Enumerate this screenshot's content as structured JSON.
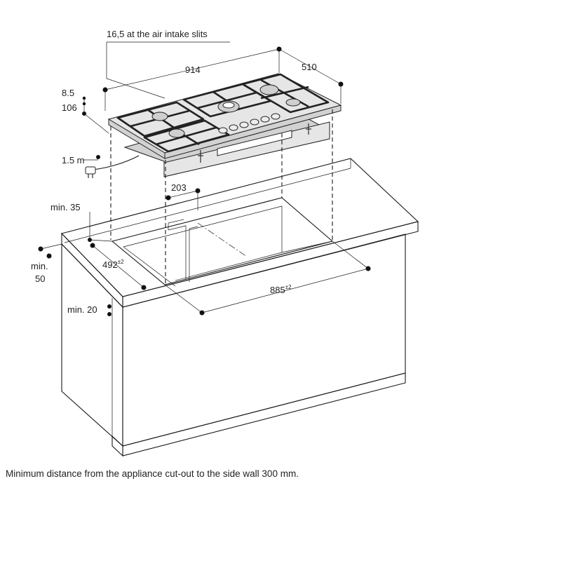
{
  "dimensions": {
    "air_intake_note": "16,5 at the air intake slits",
    "width_top": "914",
    "depth_top": "510",
    "thickness_1": "8.5",
    "thickness_2": "106",
    "cable_length": "1.5 m",
    "offset_203": "203",
    "min_35": "min. 35",
    "min_50_line1": "min.",
    "min_50_line2": "50",
    "cutout_depth": "492",
    "cutout_depth_tol": "±2",
    "cutout_width": "885",
    "cutout_width_tol": "±2",
    "min_20": "min. 20"
  },
  "caption": "Minimum distance from the appliance cut-out to the side wall 300 mm."
}
